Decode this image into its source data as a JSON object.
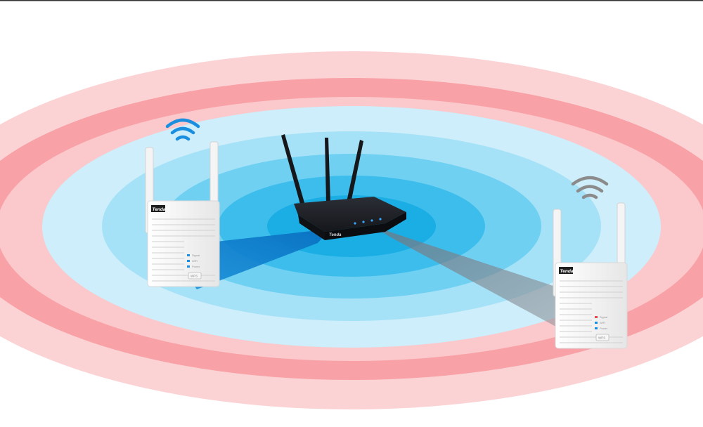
{
  "colors": {
    "pink_outer": "#fcd3d5",
    "pink_mid": "#f8a1a6",
    "pink_inner": "#fbc8cb",
    "blue_1": "#cdeefa",
    "blue_2": "#a6e2f7",
    "blue_3": "#6fd0f2",
    "blue_4": "#3dbdeb",
    "blue_core": "#1aaee5",
    "beam_strong": "#0a78c8",
    "beam_weak": "#8a8f96",
    "wifi_strong": "#1a8fe0",
    "wifi_weak": "#8b8b8b",
    "router_body": "#1b1d22",
    "device_body": "#f2f2f2"
  },
  "router": {
    "brand": "Tenda"
  },
  "extender_left": {
    "brand": "Tenda",
    "wifi_state": "strong-signal",
    "leds": [
      "Signal",
      "WiFi",
      "Power"
    ],
    "button": "WPS"
  },
  "extender_right": {
    "brand": "Tenda",
    "wifi_state": "weak-signal",
    "leds": [
      "Signal",
      "WiFi",
      "Power"
    ],
    "button": "WPS"
  }
}
